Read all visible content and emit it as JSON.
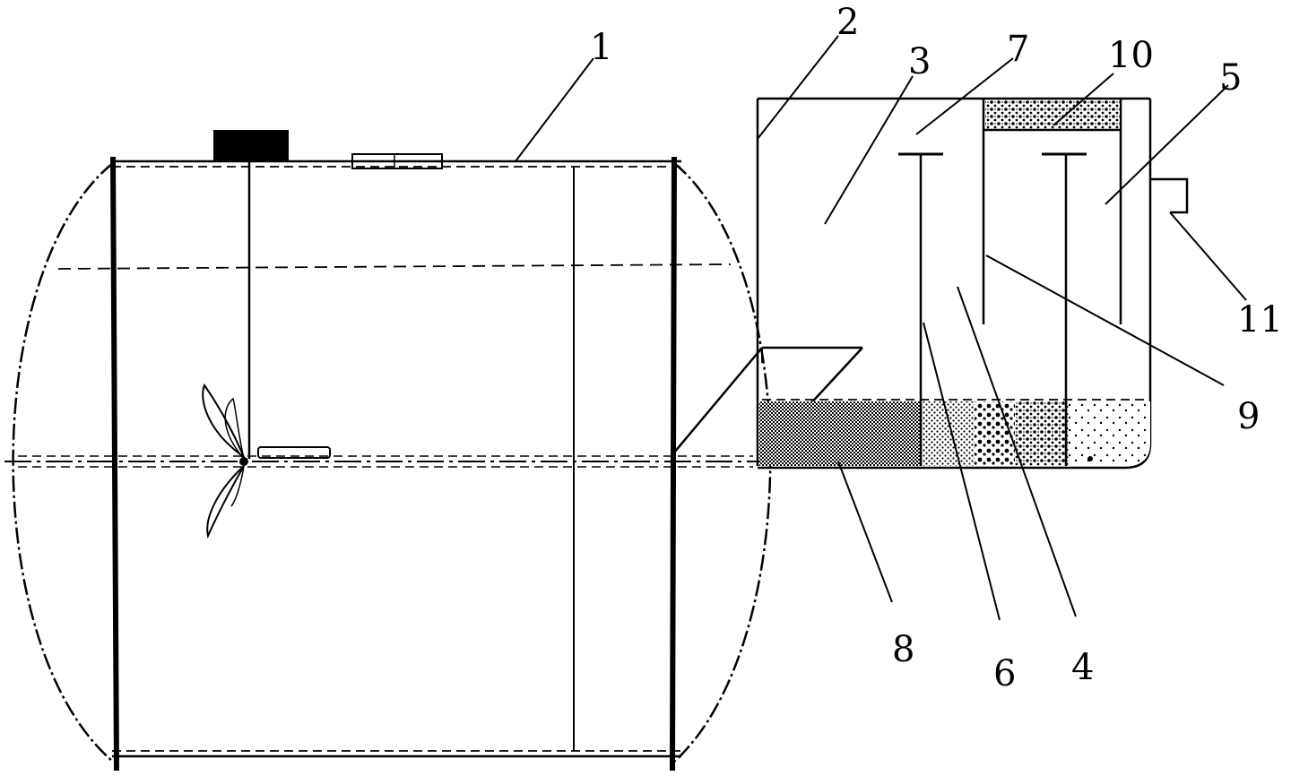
{
  "labels": {
    "l1": "1",
    "l2": "2",
    "l3": "3",
    "l4": "4",
    "l5": "5",
    "l6": "6",
    "l7": "7",
    "l8": "8",
    "l9": "9",
    "l10": "10",
    "l11": "11"
  },
  "colors": {
    "ink": "#000000",
    "paper": "#ffffff"
  }
}
